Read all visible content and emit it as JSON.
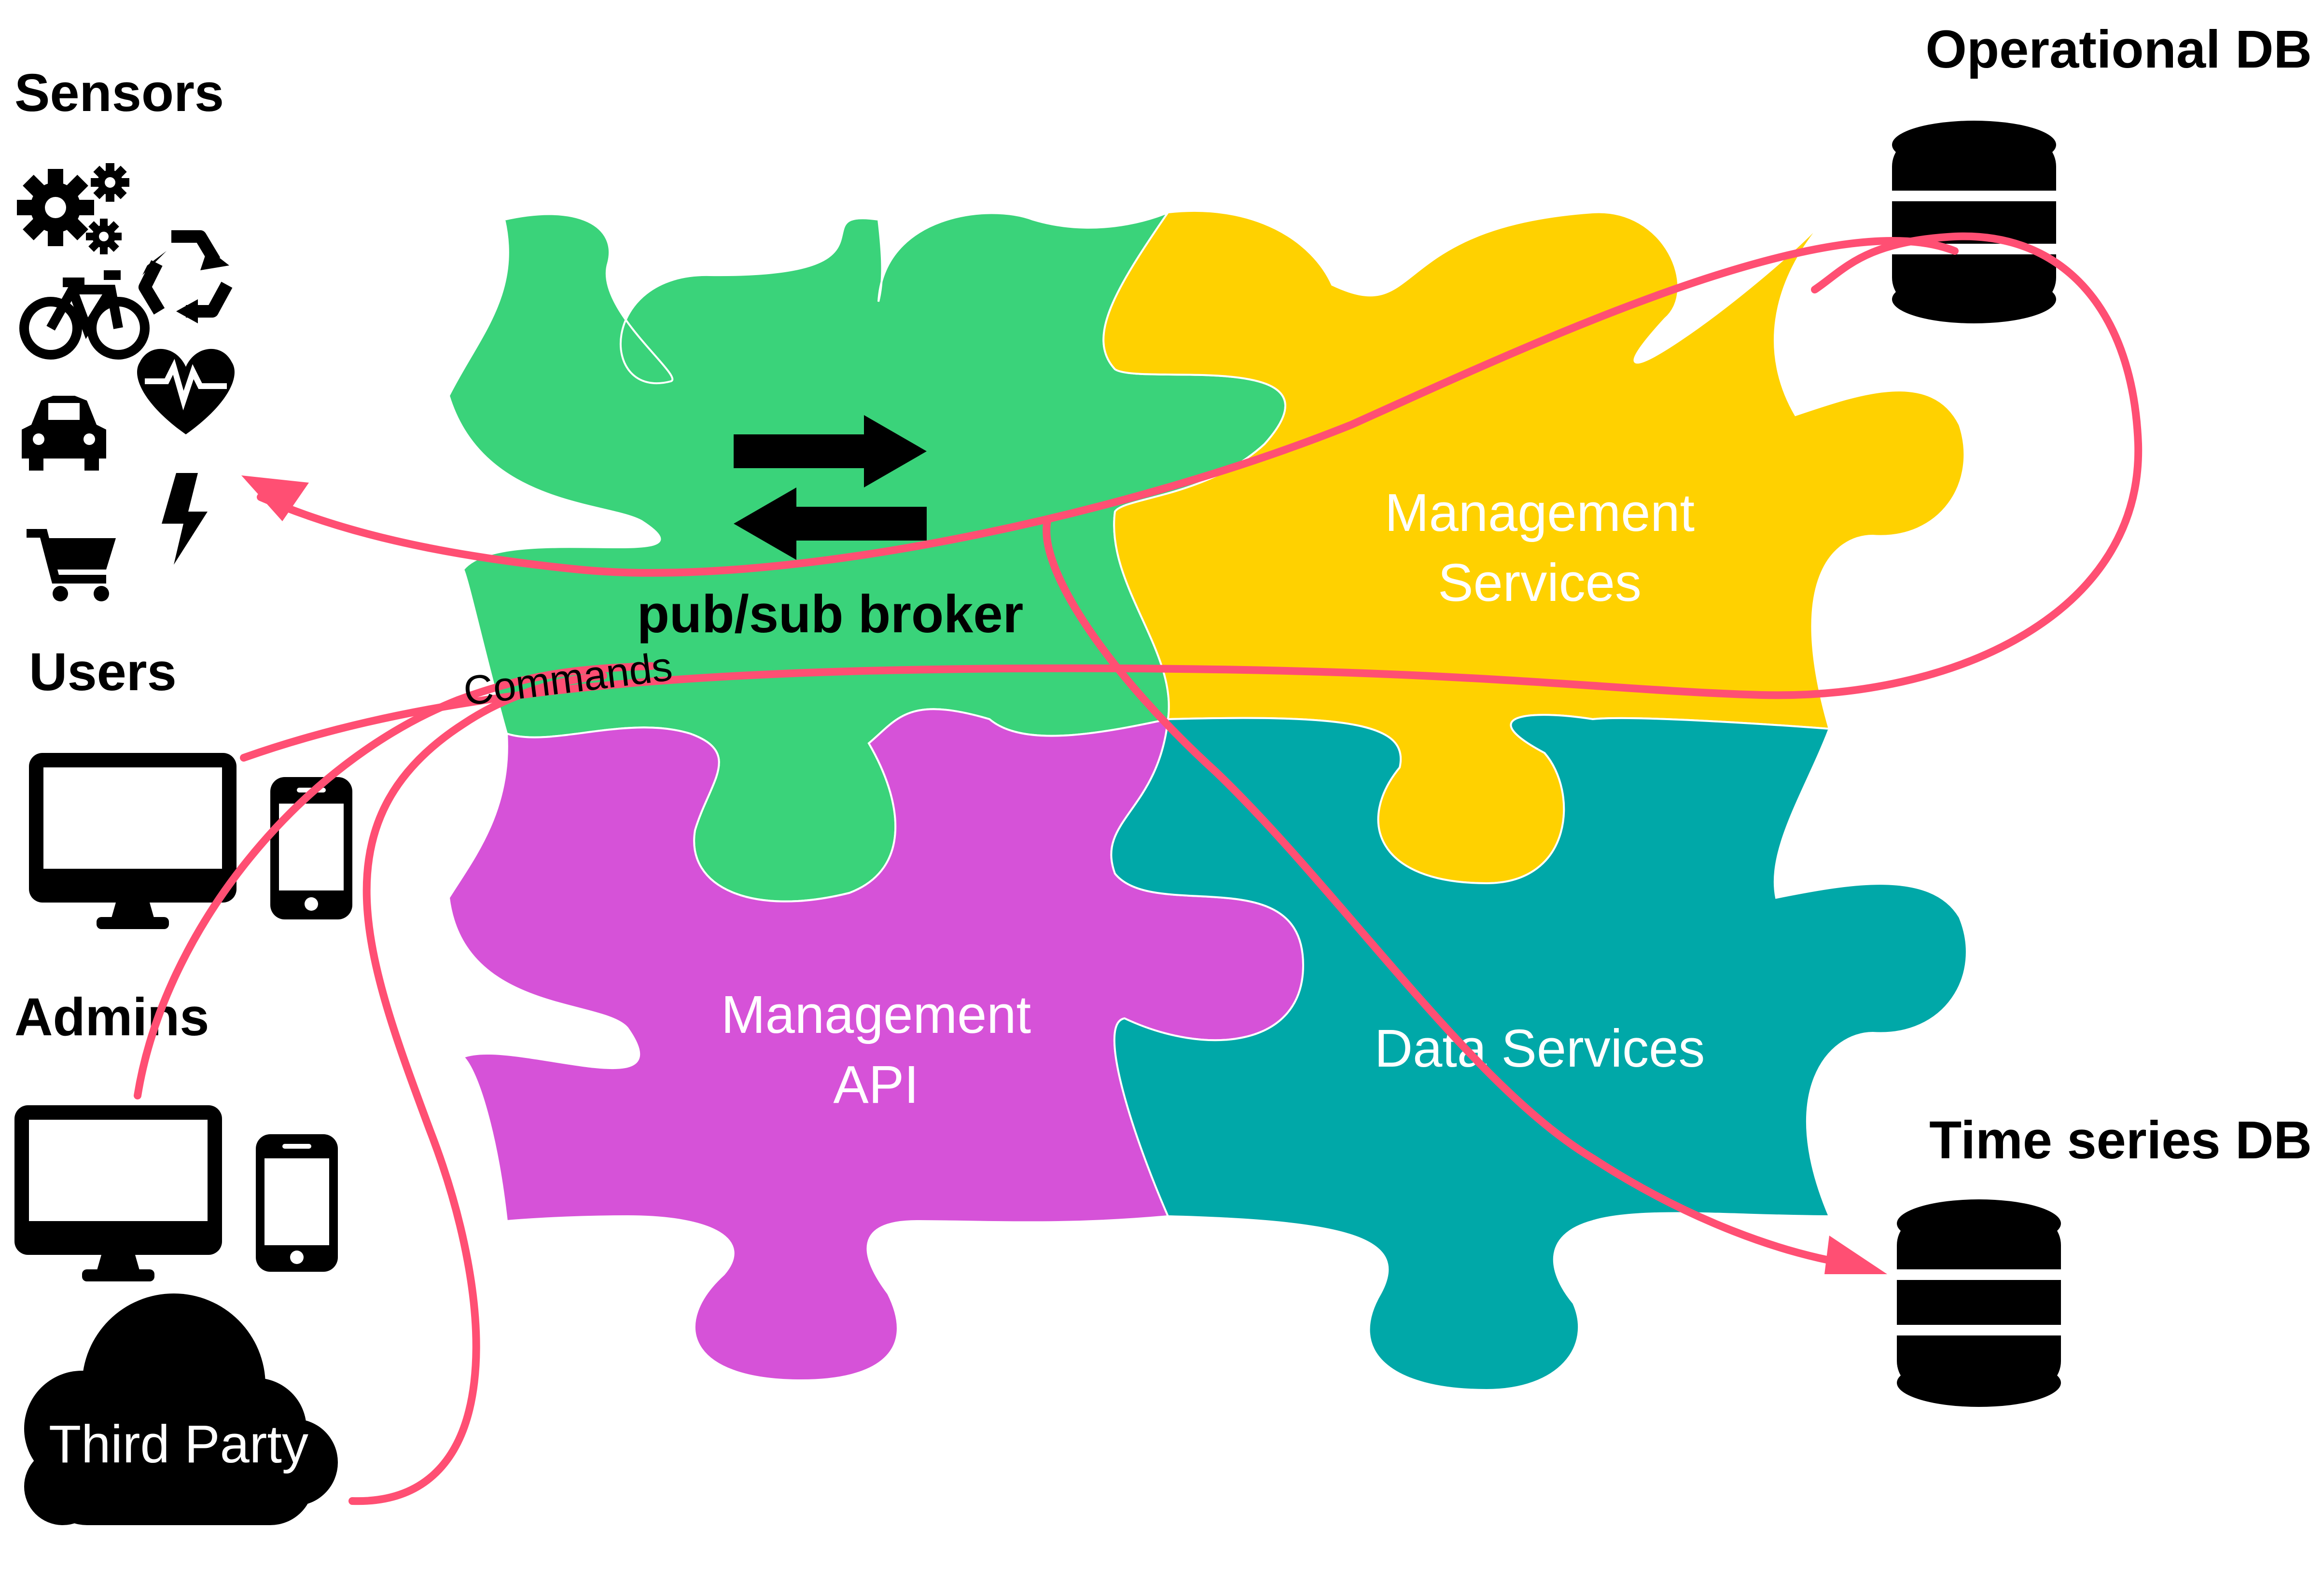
{
  "labels": {
    "sensors": "Sensors",
    "users": "Users",
    "admins": "Admins",
    "third_party": "Third Party",
    "operational_db": "Operational DB",
    "time_series_db": "Time series DB",
    "broker": "pub/sub broker",
    "commands": "Commands",
    "management_services_line1": "Management",
    "management_services_line2": "Services",
    "management_api_line1": "Management",
    "management_api_line2": "API",
    "data_services": "Data Services"
  },
  "pieces": [
    {
      "name": "pub-sub-broker",
      "color": "#3AD37A"
    },
    {
      "name": "management-services",
      "color": "#FFD100"
    },
    {
      "name": "management-api",
      "color": "#D652D8"
    },
    {
      "name": "data-services",
      "color": "#00A8A8"
    }
  ],
  "colors": {
    "flow": "#FF4F73",
    "icon": "#000000"
  },
  "icons": [
    "gears-icon",
    "recycle-icon",
    "bicycle-icon",
    "heart-pulse-icon",
    "car-icon",
    "lightning-icon",
    "shopping-cart-icon",
    "desktop-monitor-icon",
    "smartphone-icon",
    "cloud-icon",
    "database-icon",
    "exchange-arrows-icon"
  ]
}
